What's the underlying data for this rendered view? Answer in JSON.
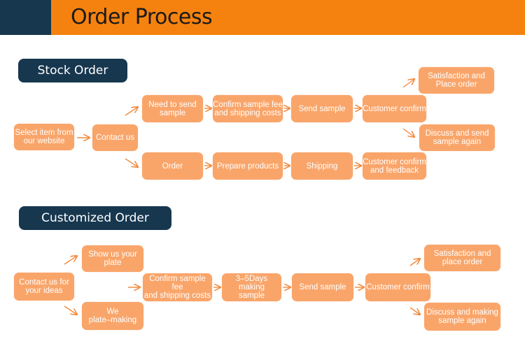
{
  "header": {
    "title": "Order Process",
    "accent_color": "#f5820f",
    "dark_color": "#17374f"
  },
  "box_color": "#f9a56a",
  "arrow_color": "#f28a3c",
  "stock": {
    "label": "Stock Order",
    "nodes": {
      "select_item": "Select item from\nour website",
      "contact_us": "Contact us",
      "need_to_send": "Need to send\nsample",
      "confirm_fee": "Confirm sample fee\nand shipping costs",
      "send_sample": "Send sample",
      "customer_confirm": "Customer confirm",
      "satisfaction": "Satisfaction and\nPlace order",
      "discuss": "Discuss and send\nsample again",
      "order": "Order",
      "prepare": "Prepare products",
      "shipping": "Shipping",
      "confirm_feedback": "Customer confirm\nand feedback"
    }
  },
  "custom": {
    "label": "Customized Order",
    "nodes": {
      "contact_ideas": "Contact us for\nyour ideas",
      "show_plate": "Show us your\nplate",
      "we_plate": "We\nplate–making",
      "confirm_fee": "Confirm sample fee\nand shipping costs",
      "making_sample": "3–5Days making\nsample",
      "send_sample": "Send sample",
      "customer_confirm": "Customer confirm",
      "satisfaction": "Satisfaction and\nplace order",
      "discuss": "Discuss and making\nsample again"
    }
  }
}
